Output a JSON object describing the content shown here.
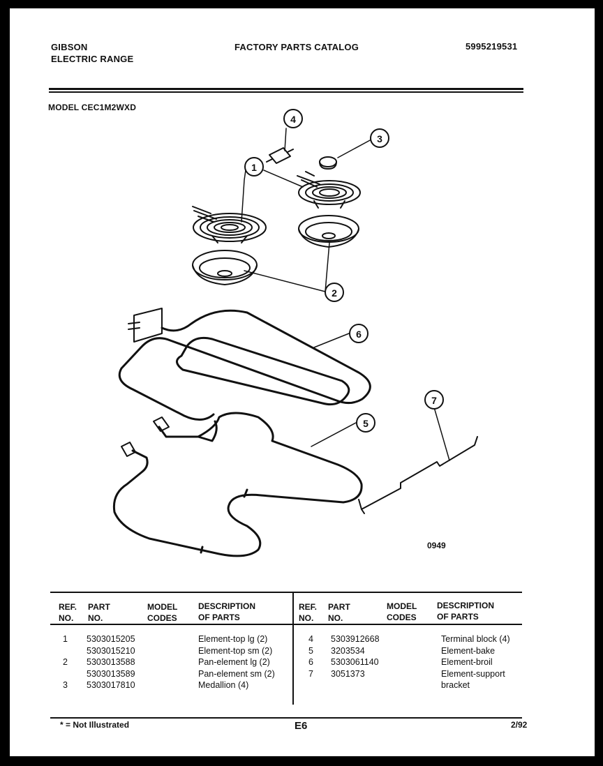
{
  "header": {
    "brand": "GIBSON",
    "product": "ELECTRIC RANGE",
    "catalog_title": "FACTORY PARTS CATALOG",
    "catalog_number": "5995219531",
    "model_line": "MODEL CEC1M2WXD"
  },
  "diagram": {
    "figure_code": "0949",
    "callouts": [
      "1",
      "2",
      "3",
      "4",
      "5",
      "6",
      "7"
    ]
  },
  "table": {
    "headers": {
      "ref": "REF.",
      "no": "NO.",
      "part": "PART",
      "part_no": "NO.",
      "model": "MODEL",
      "codes": "CODES",
      "description": "DESCRIPTION",
      "of_parts": "OF PARTS"
    },
    "left_rows": [
      {
        "ref": "1",
        "part": "5303015205",
        "desc": "Element-top lg (2)"
      },
      {
        "ref": "",
        "part": "5303015210",
        "desc": "Element-top sm (2)"
      },
      {
        "ref": "2",
        "part": "5303013588",
        "desc": "Pan-element lg (2)"
      },
      {
        "ref": "",
        "part": "5303013589",
        "desc": "Pan-element sm (2)"
      },
      {
        "ref": "3",
        "part": "5303017810",
        "desc": "Medallion (4)"
      }
    ],
    "right_rows": [
      {
        "ref": "4",
        "part": "5303912668",
        "desc": "Terminal block (4)"
      },
      {
        "ref": "5",
        "part": "3203534",
        "desc": "Element-bake"
      },
      {
        "ref": "6",
        "part": "5303061140",
        "desc": "Element-broil"
      },
      {
        "ref": "7",
        "part": "3051373",
        "desc": "Element-support"
      },
      {
        "ref": "",
        "part": "",
        "desc": "bracket"
      }
    ]
  },
  "footer": {
    "note": "* = Not Illustrated",
    "page_code": "E6",
    "date": "2/92"
  }
}
